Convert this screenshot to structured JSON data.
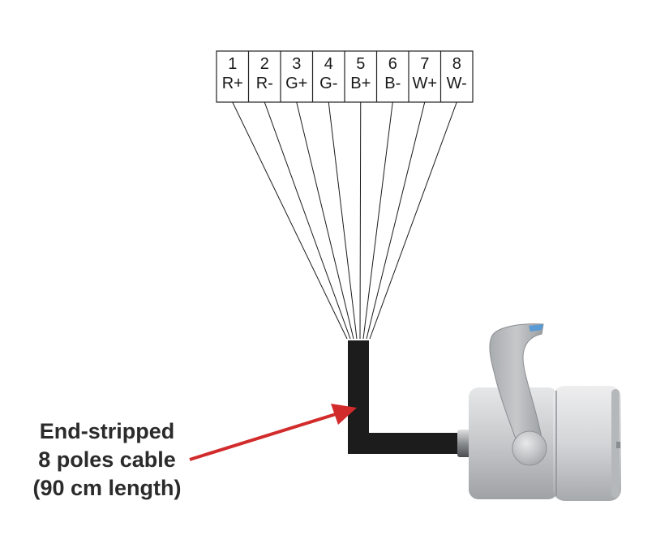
{
  "terminals": [
    {
      "number": "1",
      "signal": "R+"
    },
    {
      "number": "2",
      "signal": "R-"
    },
    {
      "number": "3",
      "signal": "G+"
    },
    {
      "number": "4",
      "signal": "G-"
    },
    {
      "number": "5",
      "signal": "B+"
    },
    {
      "number": "6",
      "signal": "B-"
    },
    {
      "number": "7",
      "signal": "W+"
    },
    {
      "number": "8",
      "signal": "W-"
    }
  ],
  "caption": {
    "line1": "End-stripped",
    "line2": "8 poles cable",
    "line3": "(90 cm length)"
  },
  "colors": {
    "wire": "#1a1a1a",
    "cable": "#1c1c1c",
    "arrow": "#d22b2b",
    "fixture": "#c4c6c8"
  }
}
